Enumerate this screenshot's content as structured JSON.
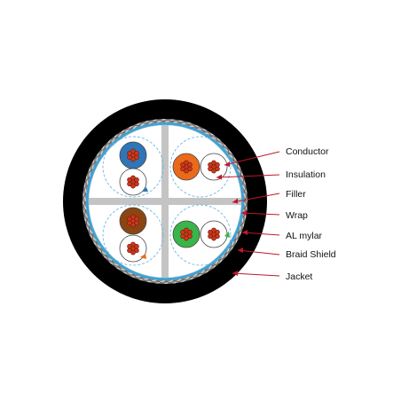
{
  "diagram": {
    "labels": {
      "conductor": "Conductor",
      "insulation": "Insulation",
      "filler": "Filler",
      "wrap": "Wrap",
      "al_mylar": "AL mylar",
      "braid_shield": "Braid Shield",
      "jacket": "Jacket"
    },
    "colors": {
      "jacket": "#000000",
      "braid": "#8a8a8a",
      "mylar": "#3aa3d8",
      "wrap": "#ffffff",
      "filler": "#c4c4c4",
      "conductor": "#c73a1c",
      "strand_outline": "#7a1808",
      "callout_line": "#c0182a",
      "pair_ring": "#6fb8de",
      "insulation_colors": {
        "blue": "#2f76b9",
        "orange": "#ea6a1b",
        "brown": "#8b4513",
        "green": "#39b54a",
        "white": "#ffffff"
      }
    }
  }
}
